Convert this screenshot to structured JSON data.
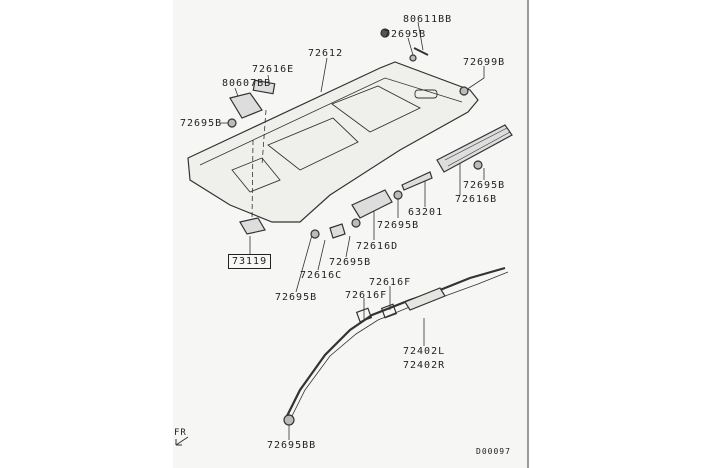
{
  "diagram": {
    "parts": {
      "p80611BB": "80611BB",
      "p72695B_top": "72695B",
      "p72612": "72612",
      "p72616E": "72616E",
      "p72699B": "72699B",
      "p80607BB": "80607BB",
      "p72695B_left": "72695B",
      "p72695B_right": "72695B",
      "p72616B": "72616B",
      "p63201": "63201",
      "p72695B_mid": "72695B",
      "p72616D": "72616D",
      "p73119": "73119",
      "p72695B_c": "72695B",
      "p72616C": "72616C",
      "p72616F_a": "72616F",
      "p72616F_b": "72616F",
      "p72695B_low": "72695B",
      "p72402L": "72402L",
      "p72402R": "72402R",
      "p72695BB": "72695BB"
    },
    "direction_label": "FR",
    "diagram_code": "D00097"
  }
}
